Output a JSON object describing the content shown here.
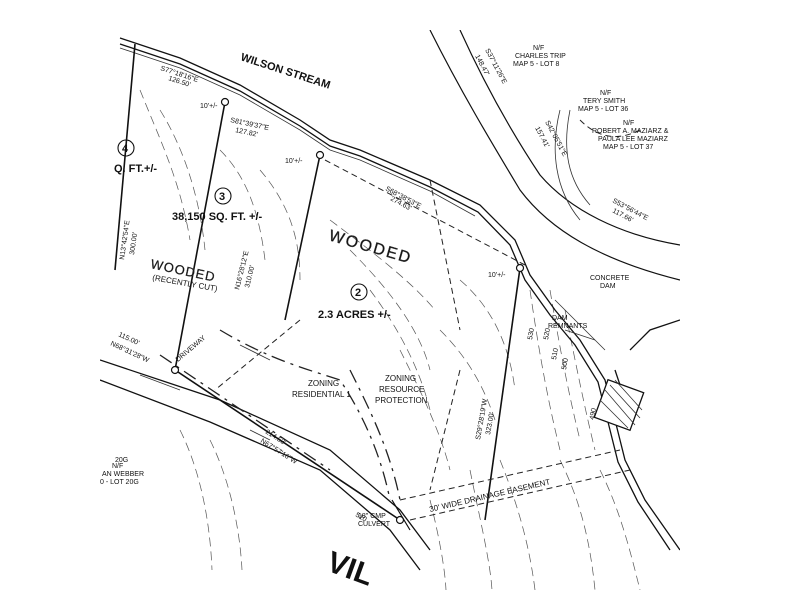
{
  "stream_name": "WILSON STREAM",
  "lots": {
    "lot4": {
      "number": "4",
      "area_fragment": "Q. FT.+/-"
    },
    "lot3": {
      "number": "3",
      "area": "38,150 SQ. FT. +/-"
    },
    "lot2": {
      "number": "2",
      "area": "2.3 ACRES +/-"
    }
  },
  "labels": {
    "wooded_large": "WOODED",
    "wooded_small": "WOODED",
    "recently_cut": "(RECENTLY CUT)",
    "zoning_res_line1": "ZONING",
    "zoning_res_line2": "RESIDENTIAL 1",
    "zoning_rp_line1": "ZONING",
    "zoning_rp_line2": "RESOURCE",
    "zoning_rp_line3": "PROTECTION",
    "drainage_easement": "30' WIDE DRAINAGE EASEMENT",
    "concrete_dam_1": "CONCRETE",
    "concrete_dam_2": "DAM",
    "dam_remnants_1": "DAM",
    "dam_remnants_2": "REMNANTS",
    "culvert_1": "18\" CMP",
    "culvert_2": "CULVERT",
    "driveway": "DRIVEWAY",
    "road_fragment": "VIL",
    "setback_1": "10'+/-",
    "setback_2": "10'+/-",
    "setback_3": "10'+/-"
  },
  "owners": {
    "trip": {
      "nf": "N/F",
      "name": "CHARLES TRIP",
      "lot": "MAP 5 - LOT 8"
    },
    "smith": {
      "nf": "N/F",
      "name": "TERY SMITH",
      "lot": "MAP 5 - LOT 36"
    },
    "maziarz": {
      "nf": "N/F",
      "name1": "ROBERT A. MAZIARZ &",
      "name2": "PAULA LEE MAZIARZ",
      "lot": "MAP 5 - LOT 37"
    },
    "webber": {
      "nf": "N/F",
      "name": "AN WEBBER",
      "lot": "0 - LOT 20G"
    }
  },
  "bearings": {
    "b1": "S77°18'16\"E",
    "b1d": "126.50'",
    "b2": "S81°39'37\"E",
    "b2d": "127.82'",
    "b3": "S68°38'53\"E",
    "b3d": "274.63'",
    "b4": "S37°11'26\"E",
    "b4d": "148.47'",
    "b5": "S42°05'51\"E",
    "b5d": "157.41'",
    "b6": "S53°56'44\"E",
    "b6d": "117.66'",
    "b7": "N67°57'16\"W",
    "b7d": "214.53'",
    "b8": "N68°31'28\"W",
    "b8d": "115.00'",
    "b9": "N13°42'54\"E",
    "b9d": "300.00'",
    "b10": "N16°28'12\"E",
    "b10d": "310.00'",
    "b11": "S29°28'19\"W",
    "b11d": "323.00'"
  },
  "contours": {
    "c1": "530",
    "c2": "520",
    "c3": "510",
    "c4": "500",
    "c5": "490",
    "c6": "510",
    "c7": "20G"
  }
}
